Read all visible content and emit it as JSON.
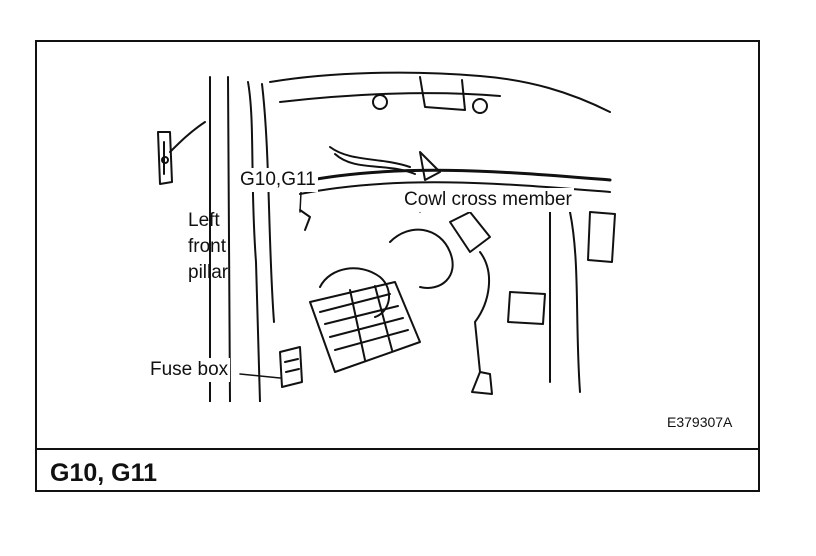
{
  "figure": {
    "callouts": {
      "connector": "G10,G11",
      "cowl": "Cowl cross member",
      "pillar_line1": "Left",
      "pillar_line2": "front",
      "pillar_line3": "pillar",
      "fuse": "Fuse box"
    },
    "figure_code": "E379307A",
    "caption": "G10, G11"
  }
}
